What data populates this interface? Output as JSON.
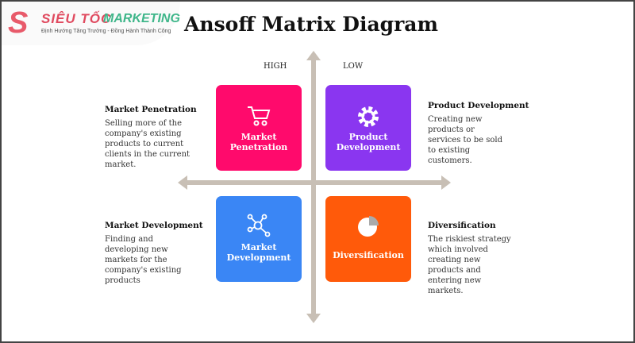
{
  "logo": {
    "brand_a": "SIÊU TỐC",
    "brand_b": "MARKETING",
    "tagline": "Định Hướng Tăng Trưởng - Đồng Hành Thành Công"
  },
  "title": "Ansoff Matrix Diagram",
  "axis": {
    "high": "HIGH",
    "low": "LOW"
  },
  "quadrants": [
    {
      "label_1": "Market",
      "label_2": "Penetration",
      "color": "#ff0a6c",
      "icon": "cart-icon",
      "heading": "Market Penetration",
      "desc": "Selling more of the company's existing products to current clients in the current market."
    },
    {
      "label_1": "Product",
      "label_2": "Development",
      "color": "#8a36f0",
      "icon": "gear-icon",
      "heading": "Product Development",
      "desc": "Creating new products or services to be sold to existing customers."
    },
    {
      "label_1": "Market",
      "label_2": "Development",
      "color": "#3a86f5",
      "icon": "network-icon",
      "heading": "Market Development",
      "desc": "Finding and developing new markets for the company's existing products"
    },
    {
      "label_1": "Diversification",
      "label_2": "",
      "color": "#ff5a0a",
      "icon": "pie-chart-icon",
      "heading": "Diversification",
      "desc": "The riskiest strategy which involved creating new products and entering new markets."
    }
  ]
}
